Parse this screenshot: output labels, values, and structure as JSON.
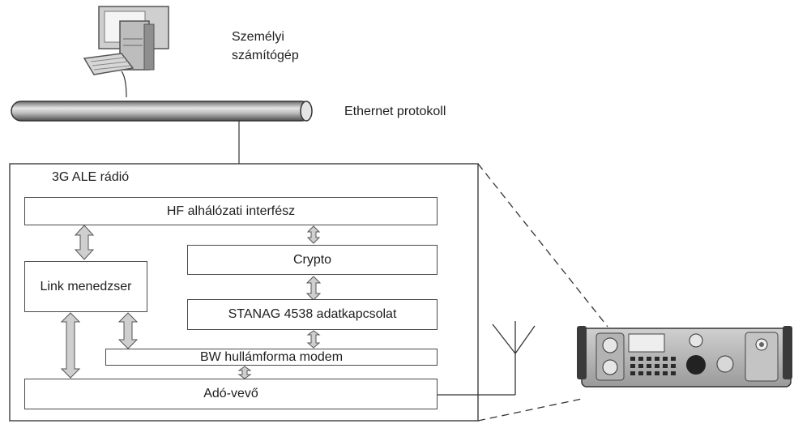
{
  "labels": {
    "pc": [
      "Személyi",
      "számítógép"
    ],
    "bus": "Ethernet protokoll",
    "radio": "3G ALE rádió"
  },
  "blocks": {
    "hf": "HF alhálózati interfész",
    "crypto": "Crypto",
    "link": "Link menedzser",
    "stanag": "STANAG 4538 adatkapcsolat",
    "modem": "BW hullámforma modem",
    "transceiver": "Adó-vevő"
  },
  "icons": [
    "personal-computer-icon",
    "antenna-icon",
    "radio-unit-icon"
  ]
}
